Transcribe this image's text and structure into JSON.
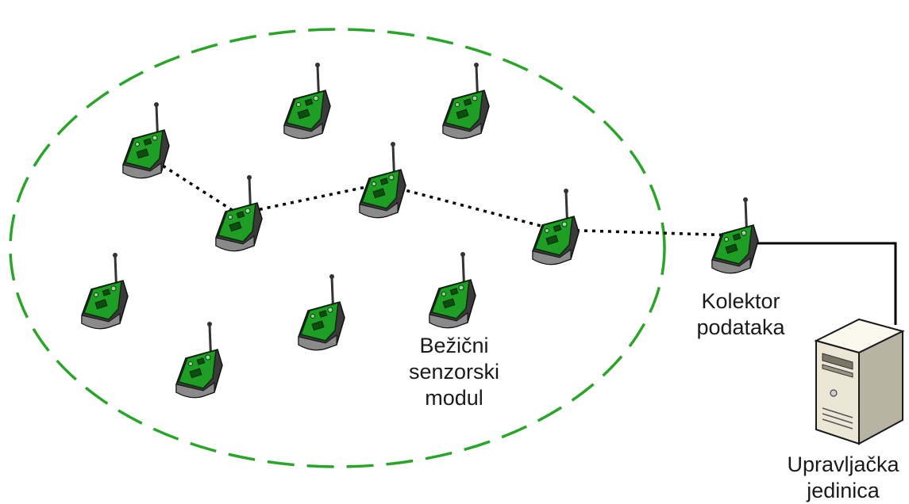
{
  "labels": {
    "sensor_module": [
      "Bežični",
      "senzorski",
      "modul"
    ],
    "collector": [
      "Kolektor",
      "podataka"
    ],
    "control_unit": [
      "Upravljačka",
      "jedinica"
    ]
  },
  "colors": {
    "cluster_border": "#2aa52a",
    "board": "#1e9e25",
    "board_dark": "#127016",
    "case": "#3b3b3b",
    "link": "#000000",
    "server": "#ece6d6"
  },
  "icons": {
    "sensor": "wireless-sensor-node-icon",
    "collector": "wireless-sensor-node-icon",
    "server": "server-tower-icon"
  }
}
